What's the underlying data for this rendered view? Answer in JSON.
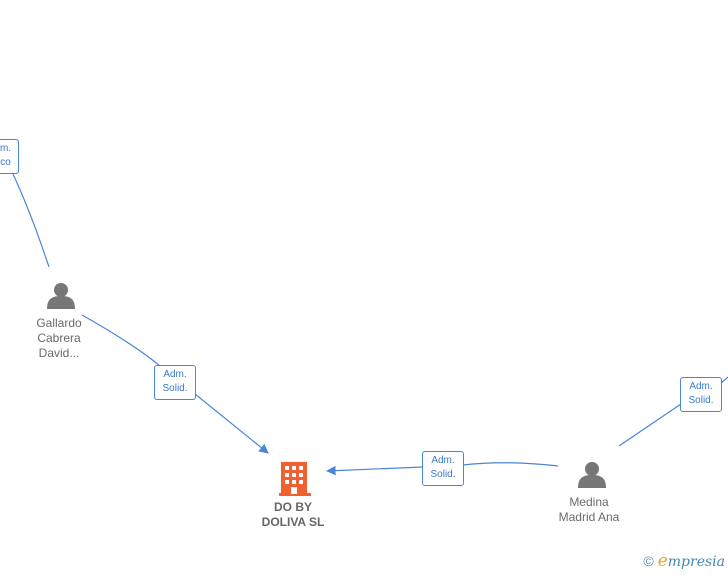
{
  "colors": {
    "edge": "#4a86d8",
    "person": "#777777",
    "company": "#f06030"
  },
  "nodes": {
    "gallardo": {
      "label": "Gallardo\nCabrera\nDavid...",
      "icon": "person-icon"
    },
    "medina": {
      "label": "Medina\nMadrid Ana",
      "icon": "person-icon"
    },
    "company": {
      "label": "DO BY\nDOLIVA  SL",
      "icon": "building-icon"
    }
  },
  "edge_labels": {
    "top_left": "m.\nco",
    "gallardo_company": "Adm.\nSolid.",
    "medina_company": "Adm.\nSolid.",
    "right": "Adm.\nSolid."
  },
  "brand": {
    "copyright": "©",
    "initial": "e",
    "rest": "mpresia"
  }
}
